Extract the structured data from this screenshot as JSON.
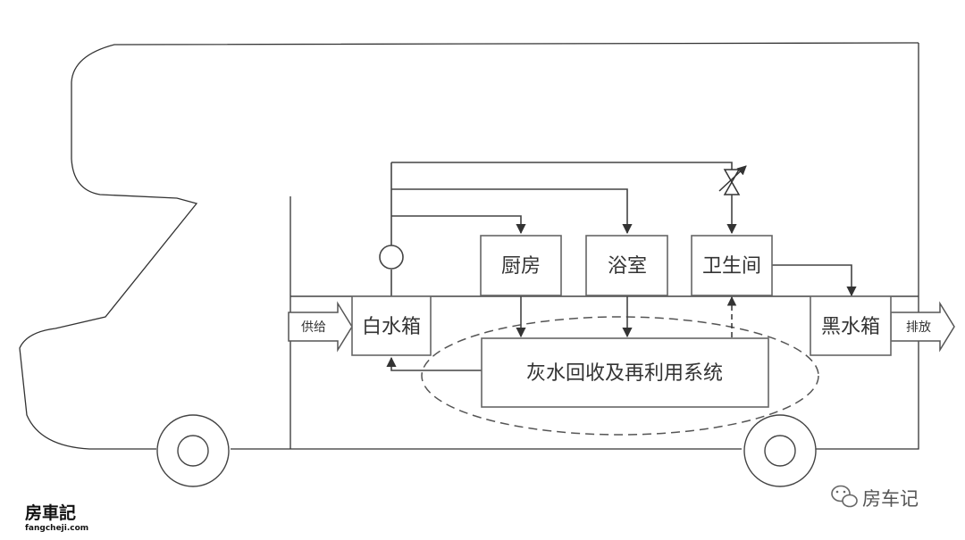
{
  "nodes": {
    "white_tank": "白水箱",
    "kitchen": "厨房",
    "bathroom": "浴室",
    "toilet": "卫生间",
    "black_tank": "黑水箱",
    "greywater": "灰水回收及再利用系统"
  },
  "arrows": {
    "supply": "供给",
    "discharge": "排放"
  },
  "logo": {
    "cn": "房車記",
    "en": "fangcheji.com"
  },
  "watermark": {
    "icon": "wechat-icon",
    "text": "房车记"
  }
}
